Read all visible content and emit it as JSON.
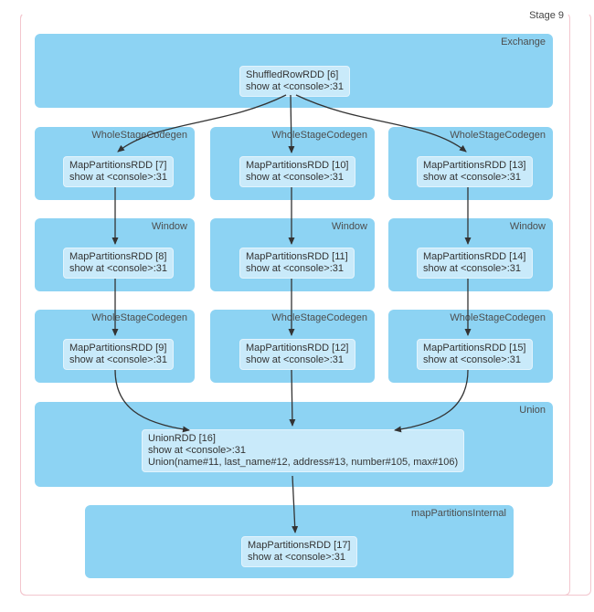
{
  "stage_label": "Stage 9",
  "colors": {
    "stage_border": "#f3c6ce",
    "cluster_fill": "#8dd3f3",
    "node_fill": "#c9eafa",
    "node_border": "#e3f4fd",
    "arrow": "#333333",
    "label_text": "#4d4d4d"
  },
  "clusters": {
    "exchange": {
      "label": "Exchange"
    },
    "codegen_top_left": {
      "label": "WholeStageCodegen"
    },
    "codegen_top_center": {
      "label": "WholeStageCodegen"
    },
    "codegen_top_right": {
      "label": "WholeStageCodegen"
    },
    "window_left": {
      "label": "Window"
    },
    "window_center": {
      "label": "Window"
    },
    "window_right": {
      "label": "Window"
    },
    "codegen_bottom_left": {
      "label": "WholeStageCodegen"
    },
    "codegen_bottom_center": {
      "label": "WholeStageCodegen"
    },
    "codegen_bottom_right": {
      "label": "WholeStageCodegen"
    },
    "union": {
      "label": "Union"
    },
    "map_partitions_internal": {
      "label": "mapPartitionsInternal"
    }
  },
  "nodes": {
    "shuffled_row_rdd_6": {
      "line1": "ShuffledRowRDD [6]",
      "line2": "show at <console>:31"
    },
    "map_partitions_rdd_7": {
      "line1": "MapPartitionsRDD [7]",
      "line2": "show at <console>:31"
    },
    "map_partitions_rdd_8": {
      "line1": "MapPartitionsRDD [8]",
      "line2": "show at <console>:31"
    },
    "map_partitions_rdd_9": {
      "line1": "MapPartitionsRDD [9]",
      "line2": "show at <console>:31"
    },
    "map_partitions_rdd_10": {
      "line1": "MapPartitionsRDD [10]",
      "line2": "show at <console>:31"
    },
    "map_partitions_rdd_11": {
      "line1": "MapPartitionsRDD [11]",
      "line2": "show at <console>:31"
    },
    "map_partitions_rdd_12": {
      "line1": "MapPartitionsRDD [12]",
      "line2": "show at <console>:31"
    },
    "map_partitions_rdd_13": {
      "line1": "MapPartitionsRDD [13]",
      "line2": "show at <console>:31"
    },
    "map_partitions_rdd_14": {
      "line1": "MapPartitionsRDD [14]",
      "line2": "show at <console>:31"
    },
    "map_partitions_rdd_15": {
      "line1": "MapPartitionsRDD [15]",
      "line2": "show at <console>:31"
    },
    "union_rdd_16": {
      "line1": "UnionRDD [16]",
      "line2": "show at <console>:31",
      "line3": "Union(name#11, last_name#12, address#13, number#105, max#106)"
    },
    "map_partitions_rdd_17": {
      "line1": "MapPartitionsRDD [17]",
      "line2": "show at <console>:31"
    }
  }
}
